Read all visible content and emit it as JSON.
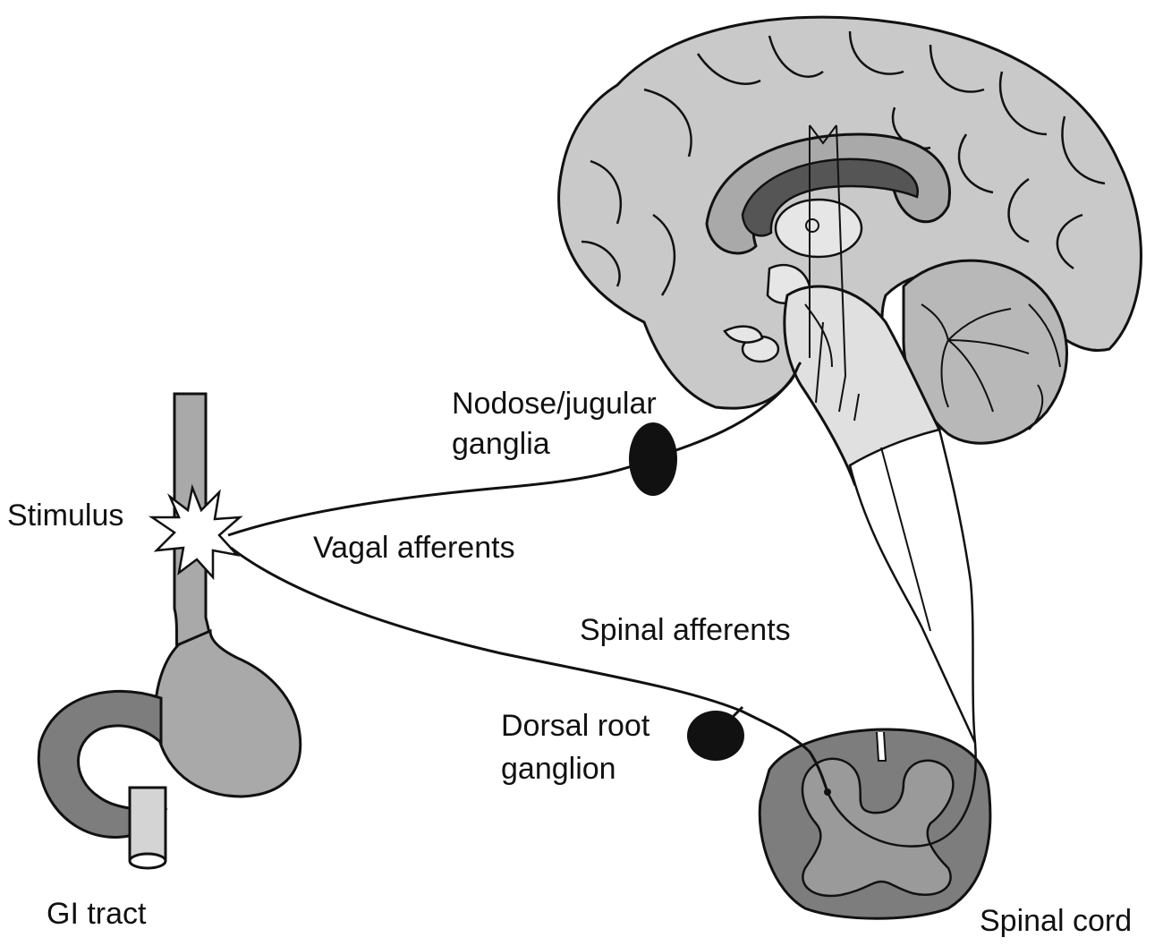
{
  "labels": {
    "nodose_line1": "Nodose/jugular",
    "nodose_line2": "ganglia",
    "stimulus": "Stimulus",
    "vagal_afferents": "Vagal afferents",
    "spinal_afferents": "Spinal afferents",
    "drg_line1": "Dorsal root",
    "drg_line2": "ganglion",
    "gi_tract": "GI tract",
    "spinal_cord": "Spinal cord"
  },
  "colors": {
    "tissue_light": "#c9c9c9",
    "tissue_mid": "#a9a9a9",
    "tissue_dark": "#7d7d7d",
    "ventricle": "#555555",
    "outline": "#111111",
    "ganglion": "#111111"
  }
}
